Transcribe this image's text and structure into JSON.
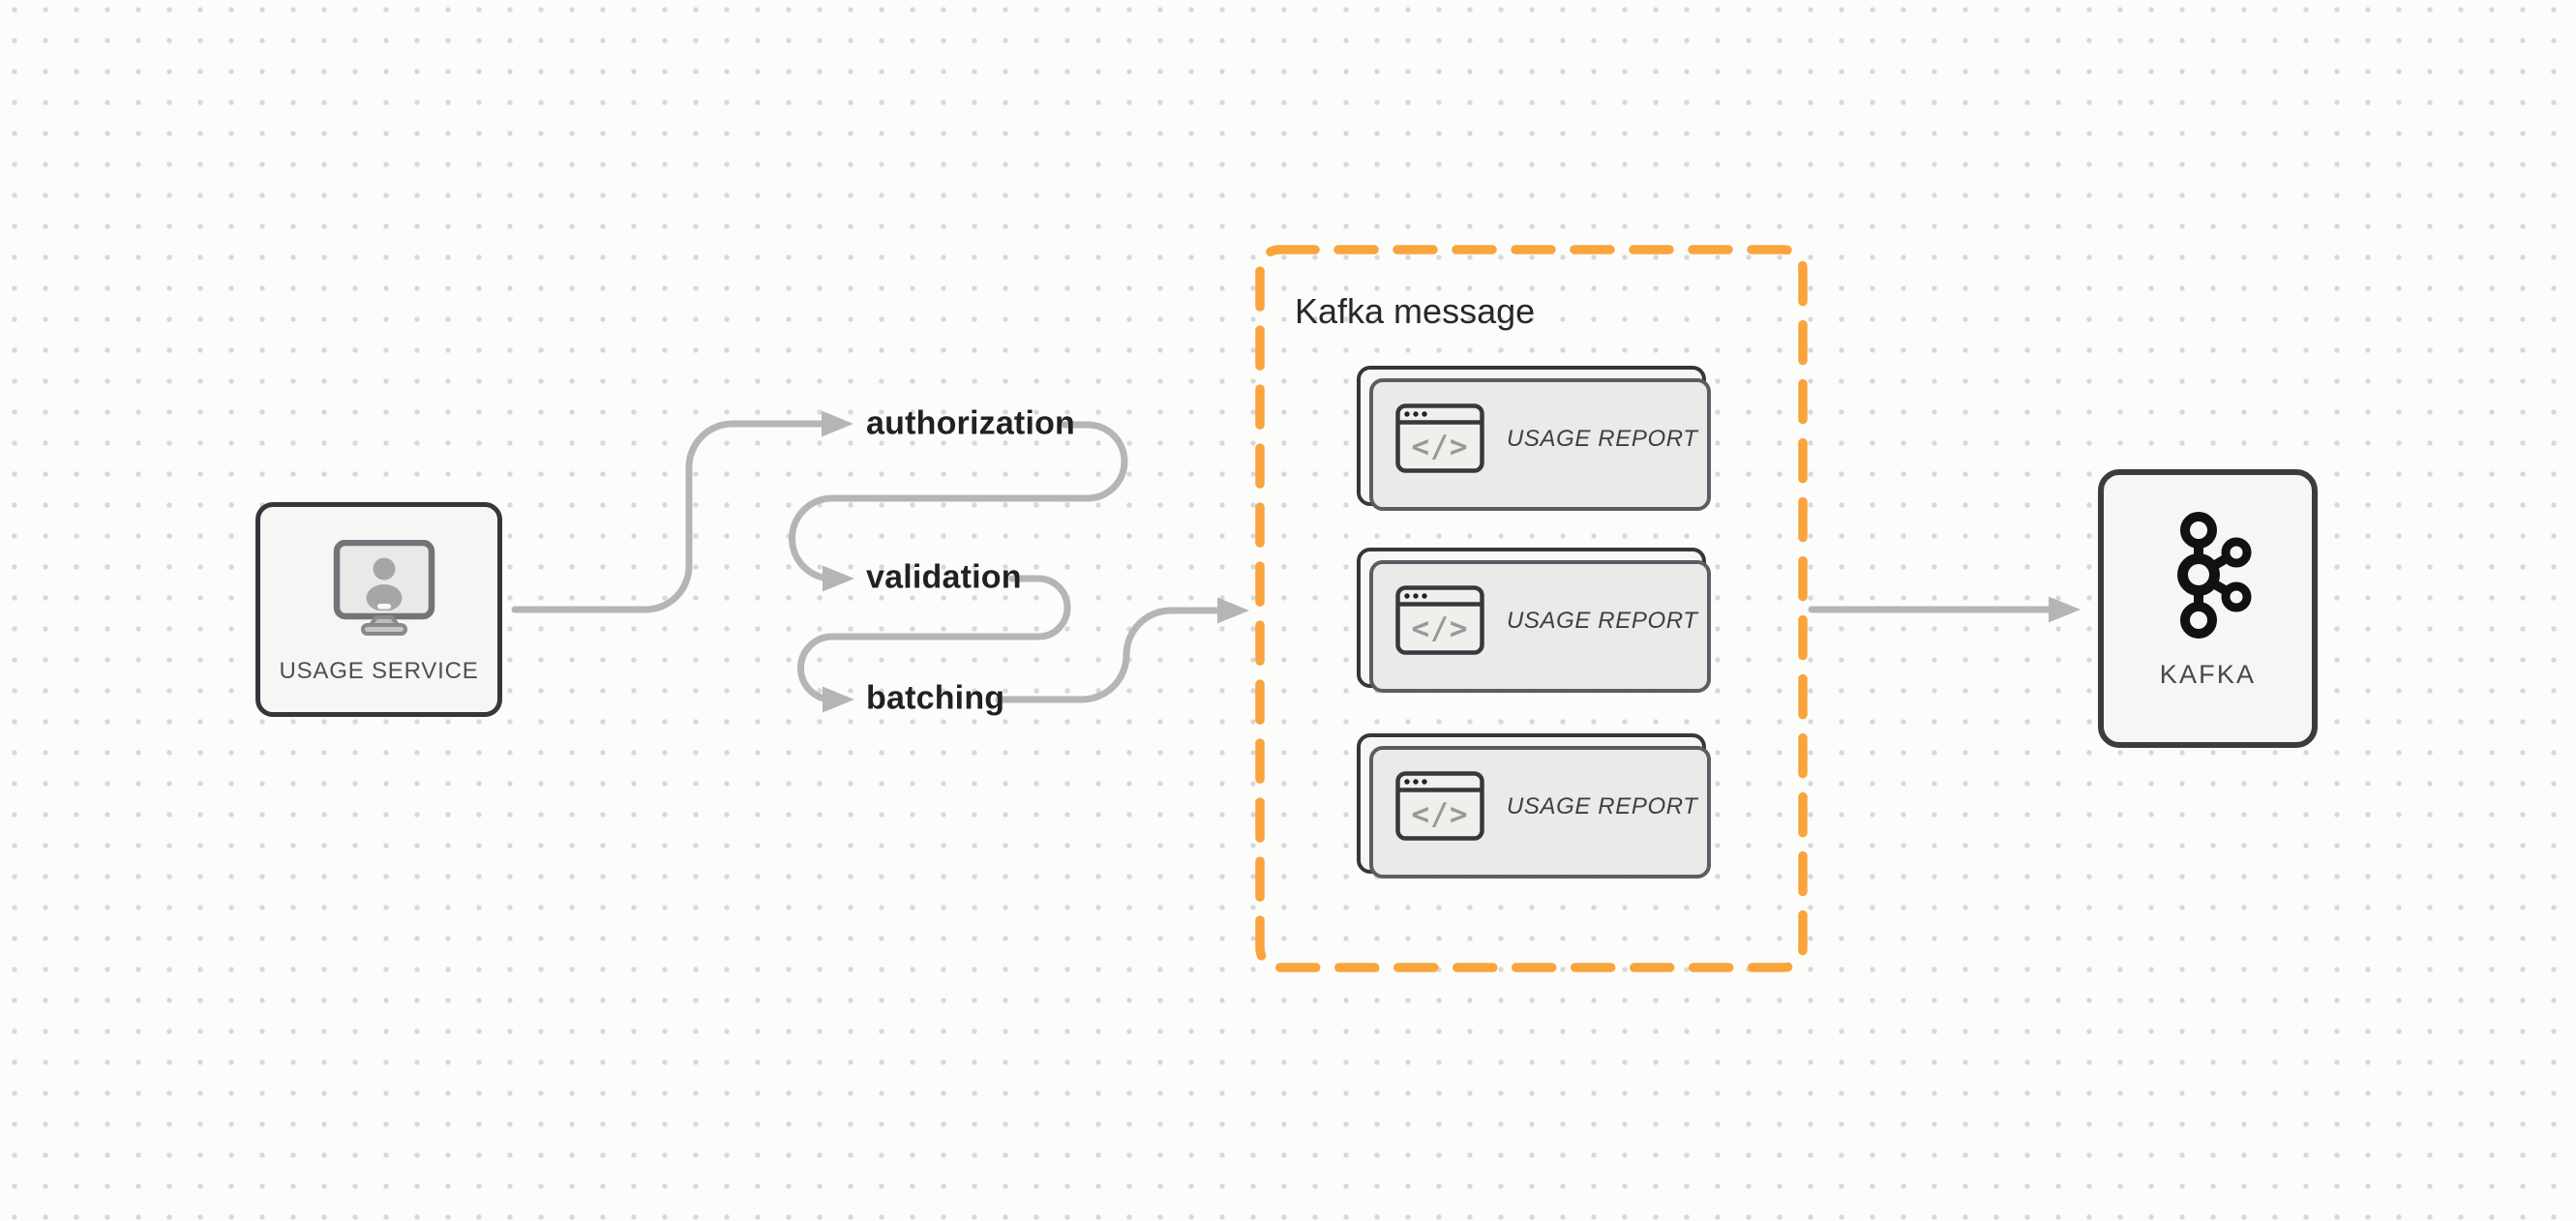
{
  "diagram": {
    "background_color": "#fcfcfb",
    "dot_color": "#d8d8d8",
    "connector_color": "#b5b5b5",
    "node_border_color": "#33383c",
    "service_node": {
      "label": "USAGE SERVICE"
    },
    "kafka_node": {
      "label": "KAFKA"
    },
    "steps": [
      {
        "label": "authorization"
      },
      {
        "label": "validation"
      },
      {
        "label": "batching"
      }
    ],
    "group": {
      "label": "Kafka message",
      "border_color": "#F9A43C"
    },
    "messages": [
      {
        "label": "USAGE REPORT"
      },
      {
        "label": "USAGE REPORT"
      },
      {
        "label": "USAGE REPORT"
      }
    ]
  }
}
